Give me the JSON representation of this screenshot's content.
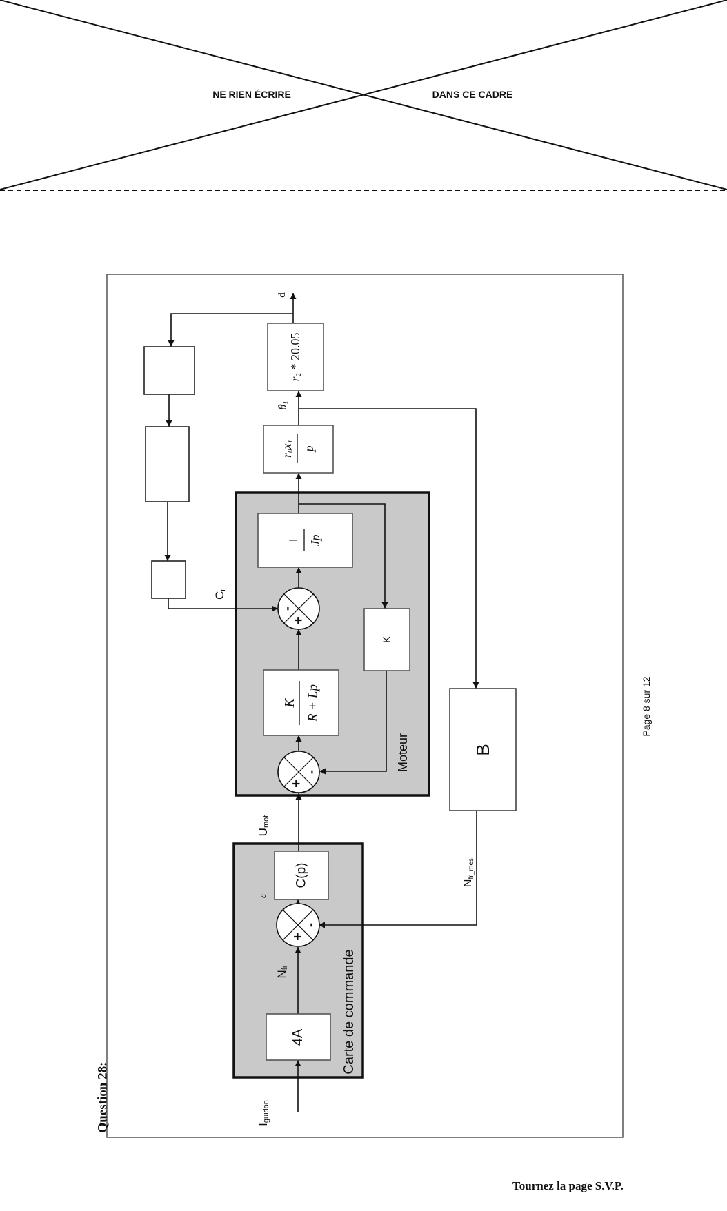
{
  "header": {
    "left_text": "NE  RIEN  ÉCRIRE",
    "right_text": "DANS  CE CADRE"
  },
  "question": {
    "label": "Question 28:"
  },
  "diagram": {
    "groups": {
      "carte": "Carte de commande",
      "moteur": "Moteur"
    },
    "blocks": {
      "gain_4a": "4A",
      "corrector": "C(p)",
      "electrical": {
        "num": "K",
        "den": "R + Lp"
      },
      "mechanical": {
        "num": "1",
        "den": "Jp"
      },
      "back_emf": "K",
      "integrator": {
        "num_main": "r",
        "num_sub0": "0",
        "num_x": "x",
        "num_sub1": "1",
        "den": "p"
      },
      "output_gain": {
        "main": "r",
        "sub": "2",
        "rest": " * 20.05"
      },
      "sensor": "B"
    },
    "signals": {
      "input": {
        "main": "I",
        "sub": "guidon"
      },
      "setpoint": {
        "main": "N",
        "sub": "fr"
      },
      "error": "ε",
      "voltage": {
        "main": "U",
        "sub": "mot"
      },
      "torque": {
        "main": "C",
        "sub": "r"
      },
      "angle": {
        "main": "θ",
        "sub": "1"
      },
      "output": "d",
      "measure": {
        "main": "N",
        "sub": "fr_mes"
      }
    },
    "signs": {
      "plus": "+",
      "minus": "-"
    }
  },
  "footer": {
    "page": "Page 8 sur 12",
    "turn": "Tournez la page S.V.P."
  }
}
